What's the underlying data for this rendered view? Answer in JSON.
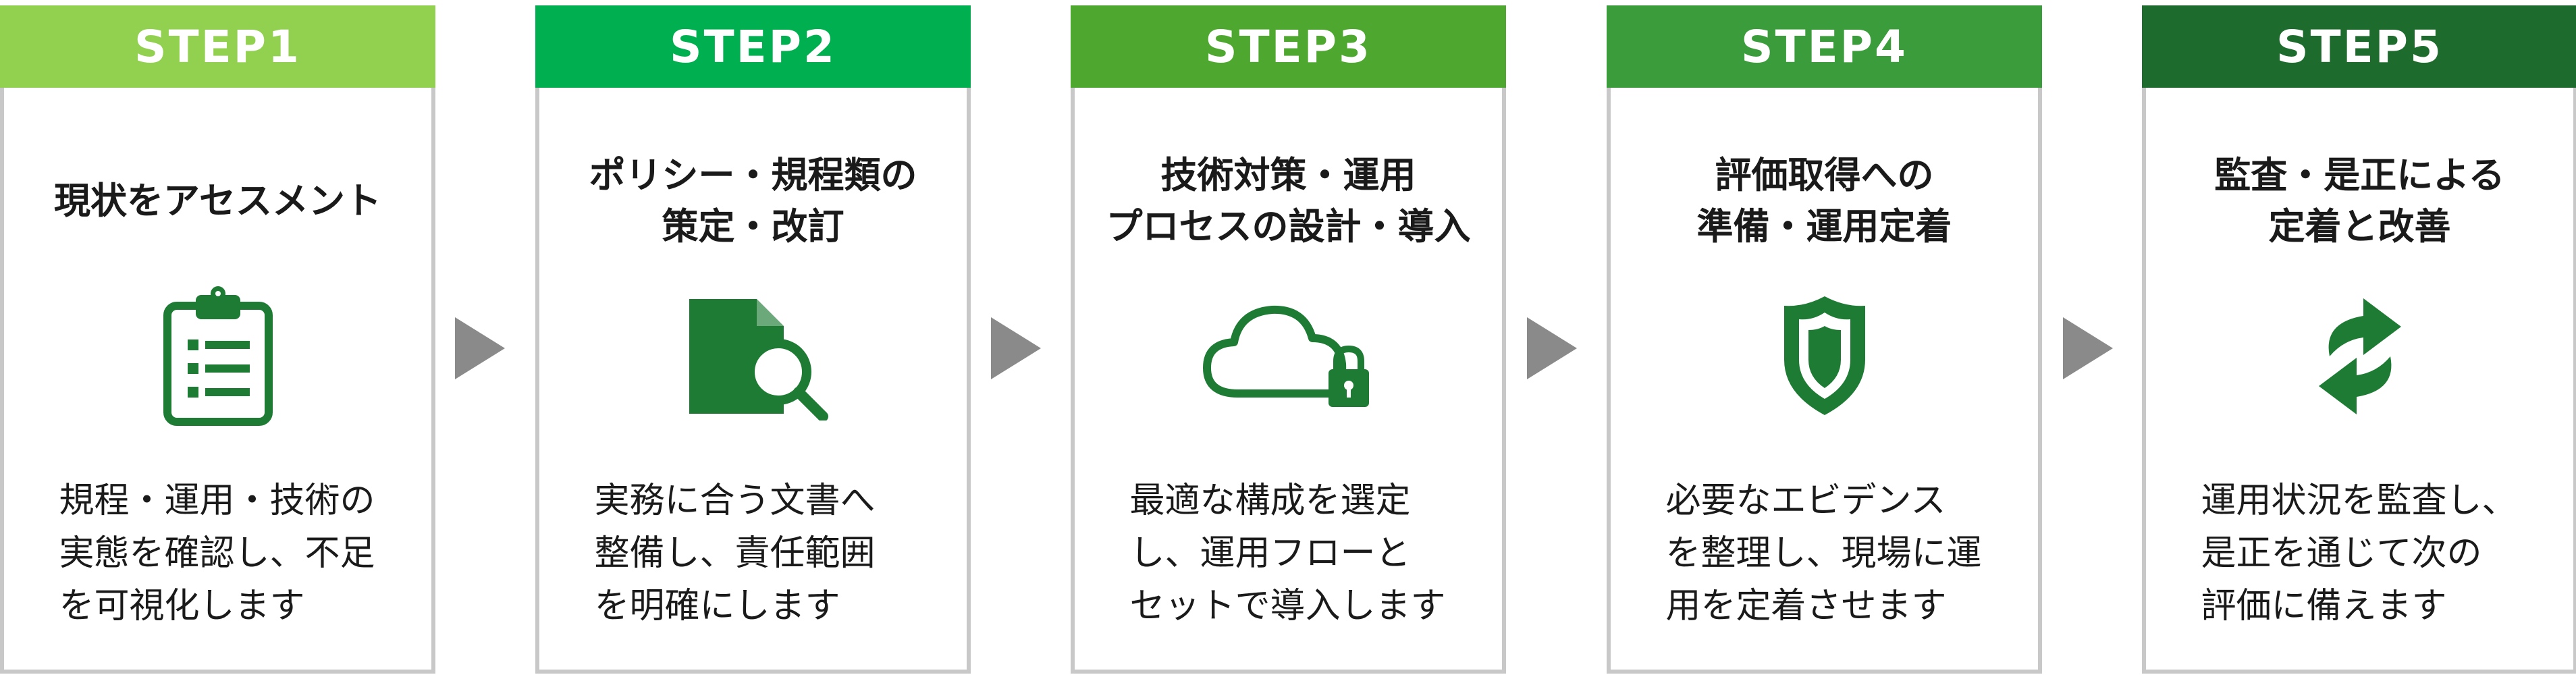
{
  "steps": [
    {
      "label": "STEP1",
      "title": "現状をアセスメント",
      "description": "規程・運用・技術の\n実態を確認し、不足\nを可視化します",
      "icon": "clipboard-checklist-icon",
      "color": "#92d050"
    },
    {
      "label": "STEP2",
      "title": "ポリシー・規程類の\n策定・改訂",
      "description": "実務に合う文書へ\n整備し、責任範囲\nを明確にします",
      "icon": "document-search-icon",
      "color": "#00b050"
    },
    {
      "label": "STEP3",
      "title": "技術対策・運用\nプロセスの設計・導入",
      "description": "最適な構成を選定\nし、運用フローと\nセットで導入します",
      "icon": "cloud-lock-icon",
      "color": "#4ea72e"
    },
    {
      "label": "STEP4",
      "title": "評価取得への\n準備・運用定着",
      "description": "必要なエビデンス\nを整理し、現場に運\n用を定着させます",
      "icon": "shield-icon",
      "color": "#3a9c3a"
    },
    {
      "label": "STEP5",
      "title": "監査・是正による\n定着と改善",
      "description": "運用状況を監査し、\n是正を通じて次の\n評価に備えます",
      "icon": "refresh-cycle-icon",
      "color": "#1e6b2e"
    }
  ],
  "colors": {
    "icon": "#1e7b34",
    "border": "#c8c8c8",
    "arrow": "#8a8a8a"
  }
}
